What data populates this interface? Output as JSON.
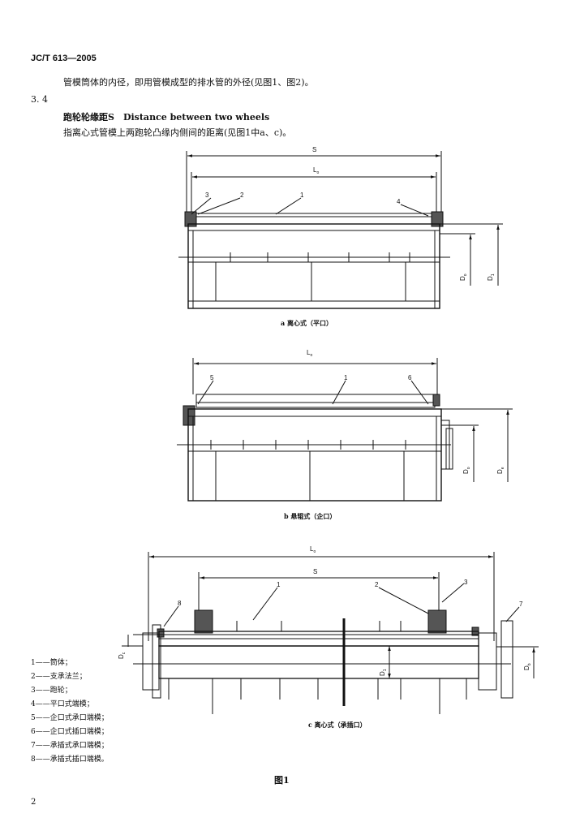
{
  "header": {
    "standard_code": "JC/T 613—2005"
  },
  "body": {
    "para_continuation": "管模筒体的内径，即用管模成型的排水管的外径(见图1、图2)。",
    "section_number": "3. 4",
    "term_title": "跑轮轮缘距S　Distance between two wheels",
    "term_definition": "指离心式管模上两跑轮凸缘内侧间的距离(见图1中a、c)。"
  },
  "figure": {
    "title": "图1",
    "subfigures": {
      "a": {
        "caption": "a 离心式（平口）",
        "dim_labels": {
          "s": "S",
          "length": "L",
          "length_sub": "o",
          "inner_d": "D",
          "inner_d_sub": "o",
          "outer_d": "D",
          "outer_d_sub": "1"
        },
        "part_numbers": [
          "3",
          "2",
          "1",
          "4"
        ]
      },
      "b": {
        "caption": "b 悬辊式（企口）",
        "dim_labels": {
          "length": "L",
          "length_sub": "o",
          "inner_d": "D",
          "inner_d_sub": "o",
          "outer_d": "D",
          "outer_d_sub": "e"
        },
        "part_numbers": [
          "5",
          "1",
          "6"
        ]
      },
      "c": {
        "caption": "c 离心式（承插口）",
        "dim_labels": {
          "length": "L",
          "length_sub": "o",
          "s": "S",
          "left_d": "D",
          "left_d_sub": "c",
          "inner_d": "D",
          "inner_d_sub": "1",
          "right_d": "D",
          "right_d_sub": "b"
        },
        "part_numbers": [
          "1",
          "2",
          "3",
          "8",
          "7"
        ]
      }
    },
    "legend": [
      "1——筒体；",
      "2——支承法兰；",
      "3——跑轮；",
      "4——平口式端模；",
      "5——企口式承口端模；",
      "6——企口式插口端模；",
      "7——承插式承口端模；",
      "8——承插式插口端模。"
    ]
  },
  "page_number": "2"
}
